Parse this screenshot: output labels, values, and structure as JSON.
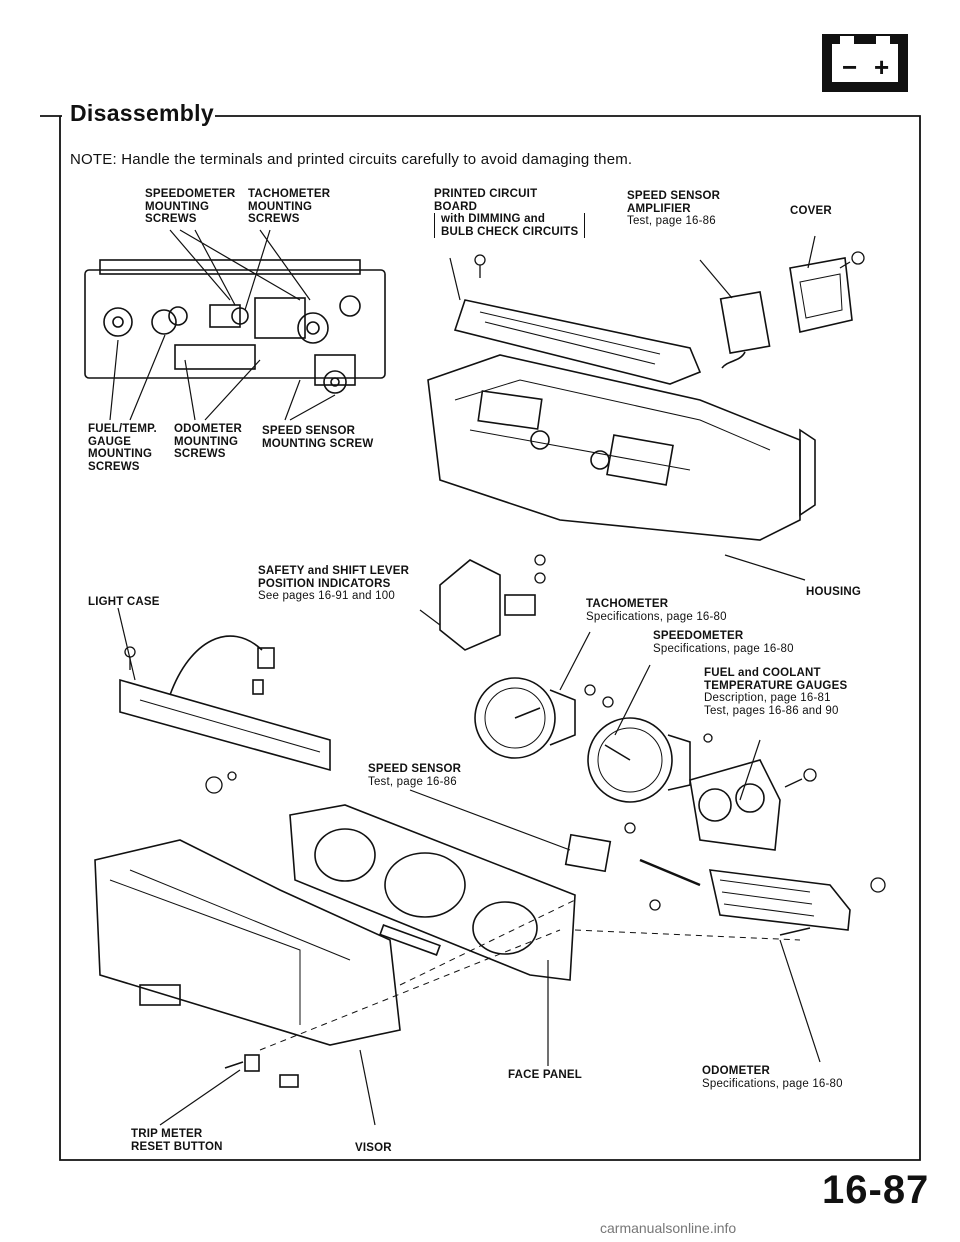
{
  "header": {
    "section_title": "Disassembly",
    "battery_icon": "battery-icon",
    "battery_minus": "−",
    "battery_plus": "+"
  },
  "note": "NOTE: Handle the terminals and printed circuits carefully to avoid damaging them.",
  "labels": {
    "speedometer_mounting_screws": "SPEEDOMETER\nMOUNTING\nSCREWS",
    "tachometer_mounting_screws": "TACHOMETER\nMOUNTING\nSCREWS",
    "printed_circuit_board": "PRINTED CIRCUIT\nBOARD",
    "pcb_detail": "with DIMMING and\nBULB CHECK CIRCUITS",
    "speed_sensor_amplifier": "SPEED SENSOR\nAMPLIFIER",
    "speed_sensor_amplifier_ref": "Test, page 16-86",
    "cover": "COVER",
    "fuel_temp_gauge_screws": "FUEL/TEMP.\nGAUGE\nMOUNTING\nSCREWS",
    "odometer_mounting_screws": "ODOMETER\nMOUNTING\nSCREWS",
    "speed_sensor_mounting_screw": "SPEED SENSOR\nMOUNTING SCREW",
    "safety_shift_indicators": "SAFETY and SHIFT LEVER\nPOSITION INDICATORS",
    "safety_shift_ref": "See pages 16-91 and 100",
    "light_case": "LIGHT CASE",
    "housing": "HOUSING",
    "tachometer": "TACHOMETER",
    "tachometer_ref": "Specifications, page 16-80",
    "speedometer": "SPEEDOMETER",
    "speedometer_ref": "Specifications, page 16-80",
    "fuel_coolant_gauges": "FUEL and COOLANT\nTEMPERATURE GAUGES",
    "fuel_coolant_ref": "Description, page 16-81\nTest, pages 16-86 and 90",
    "speed_sensor": "SPEED SENSOR",
    "speed_sensor_ref": "Test, page 16-86",
    "odometer": "ODOMETER",
    "odometer_ref": "Specifications, page 16-80",
    "face_panel": "FACE PANEL",
    "trip_meter_reset_button": "TRIP METER\nRESET BUTTON",
    "visor": "VISOR"
  },
  "page_number": "16-87",
  "footer": "carmanualsonline.info"
}
